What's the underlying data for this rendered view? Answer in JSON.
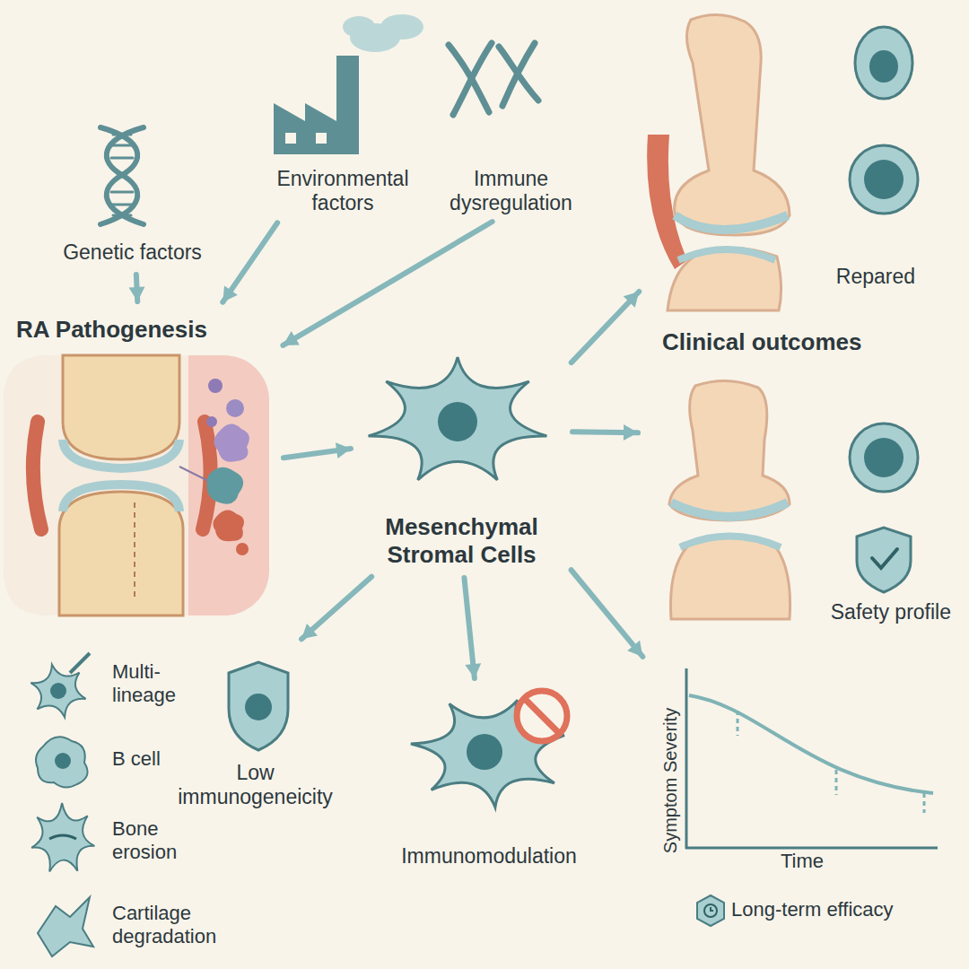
{
  "diagram": {
    "nodes": [
      {
        "text": [
          "Genetic factors"
        ]
      },
      {
        "text": [
          "Environmental factors"
        ]
      },
      {
        "text": [
          "Immune dysregulation"
        ]
      },
      {
        "text": [
          "RA Pathogenesis"
        ]
      },
      {
        "text": [
          "Mesenchymal Stromal Cells"
        ]
      },
      {
        "text": [
          "Repared"
        ]
      },
      {
        "text": [
          "Safety profile"
        ]
      },
      {
        "text": [
          "Multi-lineage"
        ]
      },
      {
        "text": [
          "B cell"
        ]
      },
      {
        "text": [
          "Bone erosion"
        ]
      },
      {
        "text": [
          "Cartilage degradation"
        ]
      },
      {
        "text": [
          "Low immunogeneicity"
        ]
      },
      {
        "text": [
          "Immunomodulation"
        ]
      },
      {
        "text": [
          "Symptom Severity",
          "Time",
          "Long-term efficacy"
        ]
      }
    ],
    "edges": [
      {
        "from": 0,
        "to": 3,
        "arrow": "to"
      },
      {
        "from": 1,
        "to": 3,
        "arrow": "to"
      },
      {
        "from": 2,
        "to": 3,
        "arrow": "to"
      },
      {
        "from": 3,
        "to": 4,
        "arrow": "to"
      },
      {
        "from": 4,
        "to": 5,
        "arrow": "to"
      },
      {
        "from": 4,
        "to": 6,
        "arrow": "to"
      },
      {
        "from": 4,
        "to": 11,
        "arrow": "to"
      },
      {
        "from": 4,
        "to": 12,
        "arrow": "to"
      },
      {
        "from": 4,
        "to": 13,
        "arrow": "to"
      }
    ],
    "labels": [
      "Clinical outcomes"
    ]
  }
}
